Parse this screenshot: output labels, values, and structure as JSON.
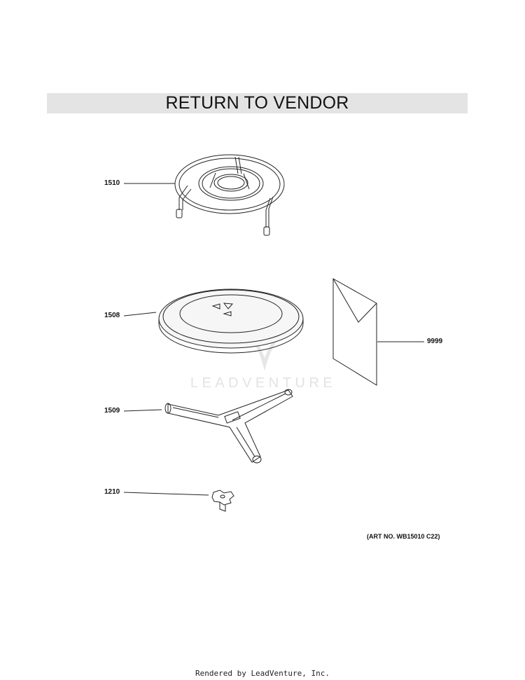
{
  "banner": {
    "title": "RETURN TO VENDOR"
  },
  "parts": [
    {
      "callout": "1510",
      "name": "rack"
    },
    {
      "callout": "1508",
      "name": "turntable-tray"
    },
    {
      "callout": "9999",
      "name": "manual"
    },
    {
      "callout": "1509",
      "name": "roller-support"
    },
    {
      "callout": "1210",
      "name": "coupler"
    }
  ],
  "art_number": "(ART NO. WB15010 C22)",
  "watermark": "LEADVENTURE",
  "footer": "Rendered by LeadVenture, Inc."
}
